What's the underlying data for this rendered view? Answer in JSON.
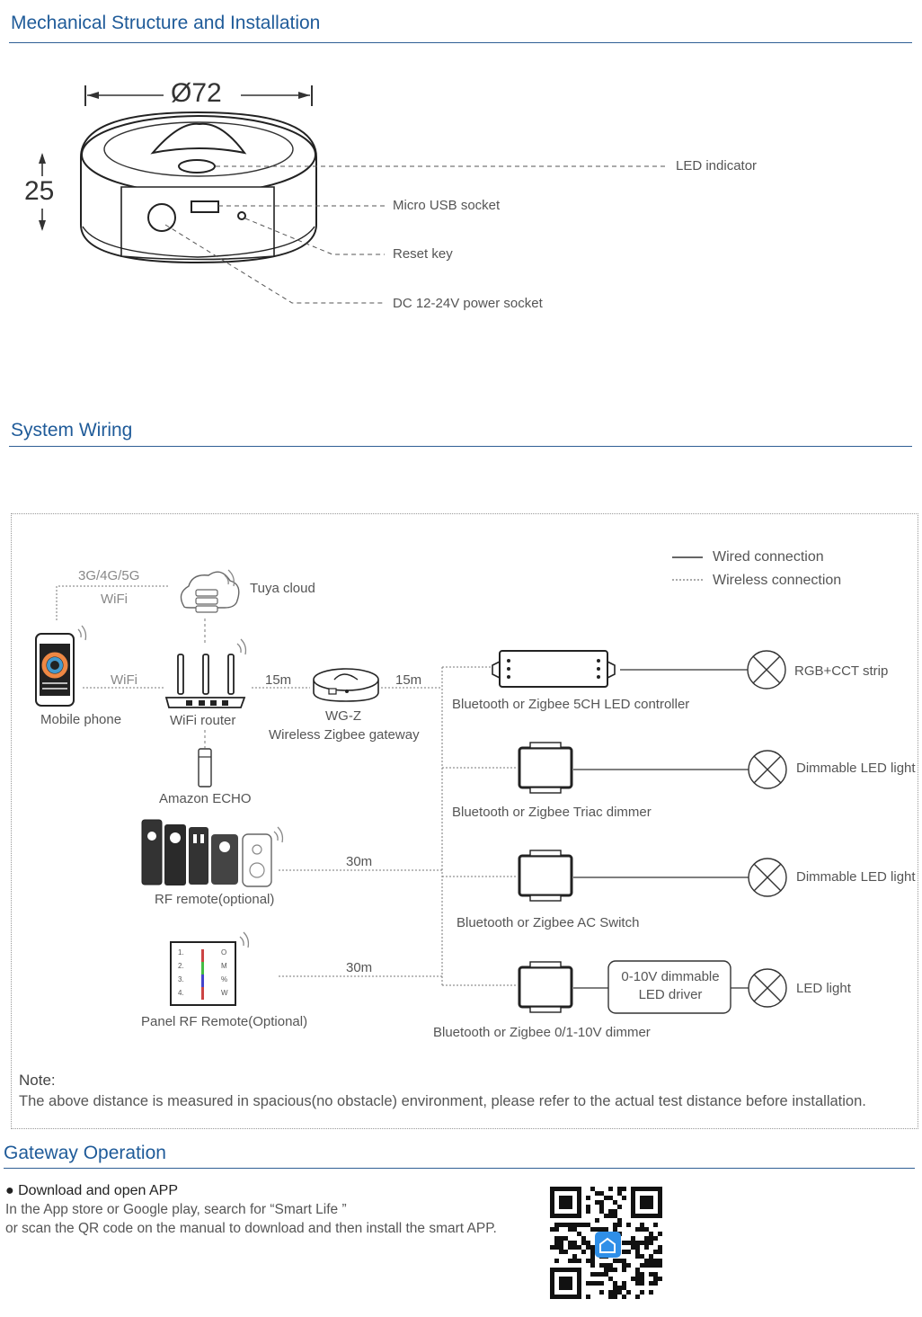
{
  "mechanical": {
    "title": "Mechanical Structure and Installation",
    "dim_width": "Ø72",
    "dim_height": "25",
    "callouts": {
      "led_indicator": "LED indicator",
      "micro_usb": "Micro USB socket",
      "reset_key": "Reset key",
      "dc_power": "DC 12-24V power socket"
    }
  },
  "wiring": {
    "title": "System Wiring",
    "legend": {
      "wired": "Wired connection",
      "wireless": "Wireless connection"
    },
    "labels": {
      "network": "3G/4G/5G",
      "wifi_top": "WiFi",
      "tuya_cloud": "Tuya cloud",
      "wifi_mid": "WiFi",
      "mobile_phone": "Mobile phone",
      "wifi_router": "WiFi router",
      "distance_15m_a": "15m",
      "distance_15m_b": "15m",
      "wgz": "WG-Z",
      "gateway": "Wireless Zigbee gateway",
      "amazon_echo": "Amazon ECHO",
      "rf_remote": "RF remote(optional)",
      "distance_30m_a": "30m",
      "panel_remote": "Panel RF Remote(Optional)",
      "distance_30m_b": "30m",
      "ctrl_5ch": "Bluetooth or Zigbee 5CH LED controller",
      "rgb_cct": "RGB+CCT strip",
      "triac": "Bluetooth or Zigbee Triac dimmer",
      "dimmable_1": "Dimmable LED  light",
      "ac_switch": "Bluetooth or Zigbee  AC Switch",
      "dimmable_2": "Dimmable LED  light",
      "driver_line1": "0-10V dimmable",
      "driver_line2": "LED driver",
      "led_light": "LED light",
      "dimmer_010": "Bluetooth or Zigbee 0/1-10V dimmer",
      "panel_keys": [
        "1.",
        "2.",
        "3.",
        "4."
      ],
      "panel_right": [
        "O",
        "M",
        "%",
        "W"
      ]
    },
    "note_label": "Note:",
    "note_text": "The above distance is measured in spacious(no obstacle) environment, please refer to the actual test distance before installation."
  },
  "operation": {
    "title": "Gateway Operation",
    "bullet": "● Download and open APP",
    "line1": "In the App store or Google play, search for “Smart Life ”",
    "line2": "or scan the QR code on the manual to download and then install the smart APP."
  }
}
